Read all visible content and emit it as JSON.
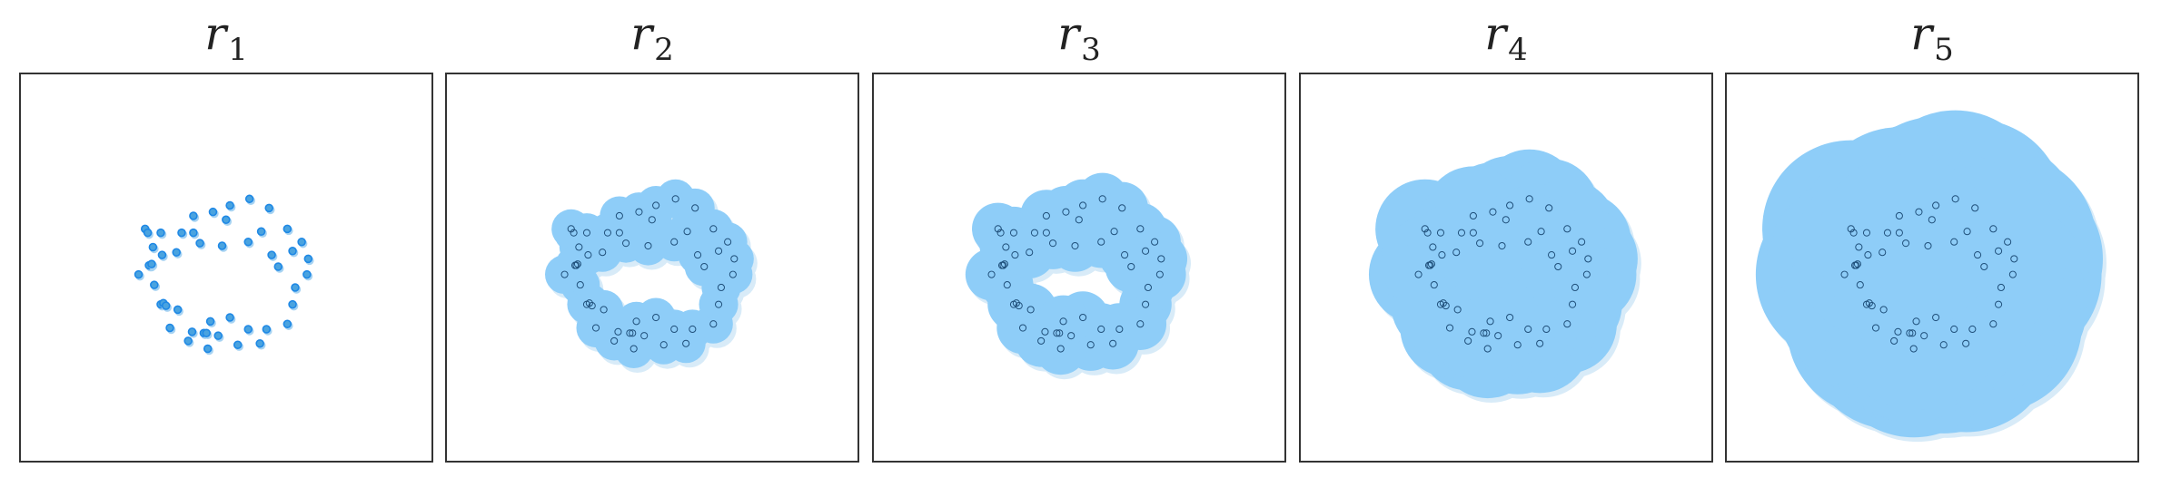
{
  "panels": [
    {
      "symbol": "r",
      "subscript": "1",
      "radius": 0.0
    },
    {
      "symbol": "r",
      "subscript": "2",
      "radius": 0.75
    },
    {
      "symbol": "r",
      "subscript": "3",
      "radius": 1.0
    },
    {
      "symbol": "r",
      "subscript": "4",
      "radius": 1.9
    },
    {
      "symbol": "r",
      "subscript": "5",
      "radius": 3.4
    }
  ],
  "points": [
    [
      -0.3,
      2.1
    ],
    [
      0.2,
      1.8
    ],
    [
      0.35,
      2.35
    ],
    [
      1.1,
      2.6
    ],
    [
      1.85,
      2.25
    ],
    [
      1.55,
      1.35
    ],
    [
      2.55,
      1.45
    ],
    [
      2.75,
      0.6
    ],
    [
      3.1,
      0.95
    ],
    [
      3.35,
      0.3
    ],
    [
      3.3,
      -0.3
    ],
    [
      2.85,
      -0.8
    ],
    [
      2.75,
      -1.45
    ],
    [
      2.55,
      -2.2
    ],
    [
      1.75,
      -2.4
    ],
    [
      1.5,
      -2.95
    ],
    [
      1.05,
      -2.4
    ],
    [
      0.65,
      -3.0
    ],
    [
      -0.1,
      -2.65
    ],
    [
      -0.5,
      -3.15
    ],
    [
      -1.25,
      -2.85
    ],
    [
      -1.1,
      -2.5
    ],
    [
      -1.95,
      -2.35
    ],
    [
      -1.65,
      -1.65
    ],
    [
      -2.3,
      -1.45
    ],
    [
      -2.55,
      -0.7
    ],
    [
      -3.15,
      -0.3
    ],
    [
      -2.7,
      0.05
    ],
    [
      -2.25,
      0.45
    ],
    [
      -2.6,
      0.75
    ],
    [
      -2.9,
      1.45
    ],
    [
      -2.3,
      1.3
    ],
    [
      -2.8,
      1.3
    ],
    [
      -1.5,
      1.3
    ],
    [
      -1.05,
      1.3
    ],
    [
      -2.75,
      0.05
    ],
    [
      -2.65,
      0.1
    ],
    [
      -2.2,
      -1.4
    ],
    [
      -2.1,
      -1.5
    ],
    [
      -0.65,
      -2.55
    ],
    [
      -0.55,
      -2.55
    ],
    [
      -1.05,
      1.95
    ],
    [
      0.05,
      0.8
    ],
    [
      1.05,
      0.95
    ],
    [
      2.2,
      0.0
    ],
    [
      1.95,
      0.45
    ],
    [
      0.35,
      -1.95
    ],
    [
      -0.4,
      -2.1
    ],
    [
      -1.7,
      0.55
    ],
    [
      -0.8,
      0.9
    ]
  ],
  "colors": {
    "fill": "#8ecdf8",
    "point_plain": "#1e88e5",
    "point_fill": "#4aa3df"
  }
}
